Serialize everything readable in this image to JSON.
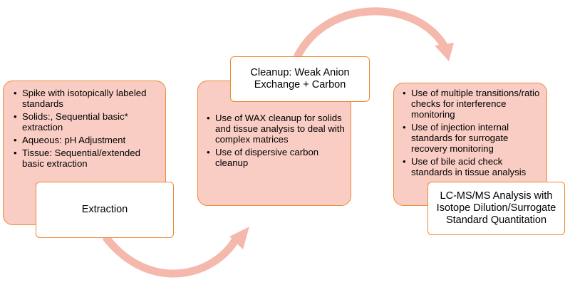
{
  "stages": [
    {
      "label": "Extraction",
      "bullets": [
        "Spike with isotopically labeled standards",
        "Solids:, Sequential basic* extraction",
        "Aqueous: pH Adjustment",
        "Tissue: Sequential/extended basic extraction"
      ]
    },
    {
      "label": "Cleanup: Weak Anion Exchange + Carbon",
      "bullets": [
        "Use of WAX cleanup for solids and tissue analysis to deal with complex matrices",
        "Use of dispersive carbon cleanup"
      ]
    },
    {
      "label": "LC-MS/MS Analysis with Isotope Dilution/Surrogate Standard Quantitation",
      "bullets": [
        "Use of multiple transitions/ratio checks for interference monitoring",
        "Use of injection internal standards for surrogate recovery monitoring",
        "Use of bile acid check standards in tissue analysis"
      ]
    }
  ],
  "colors": {
    "panel_fill": "#f9cdc4",
    "border": "#ed8936",
    "arrow": "#f5b8ad"
  }
}
